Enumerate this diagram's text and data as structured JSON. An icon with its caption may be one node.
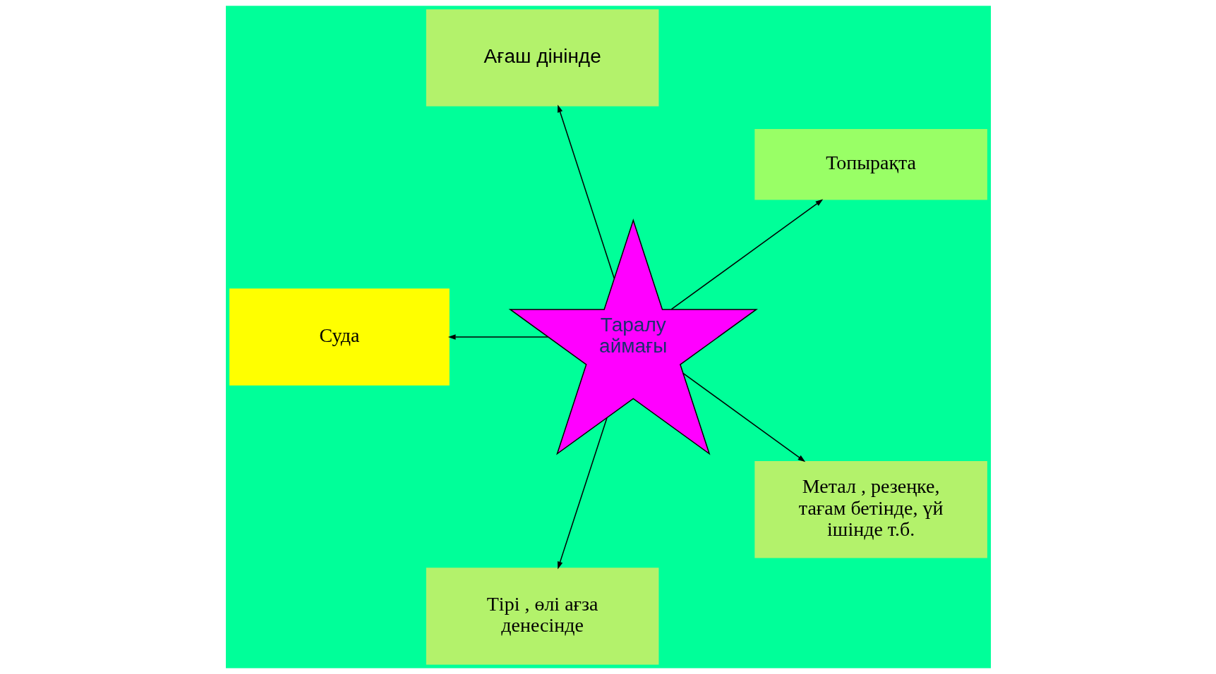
{
  "diagram": {
    "nodes": [
      {
        "text": [
          "Таралу аймағы"
        ]
      },
      {
        "text": [
          "Топырақта"
        ]
      },
      {
        "text": [
          "Ағаш дінінде"
        ]
      },
      {
        "text": [
          "Суда"
        ]
      },
      {
        "text": [
          "Тірі , өлі ағза денесінде"
        ]
      },
      {
        "text": [
          "Метал , резеңке, тағам бетінде, үй ішінде т.б."
        ]
      }
    ],
    "edges": [
      {
        "from": 0,
        "to": 1,
        "arrow": "to"
      },
      {
        "from": 0,
        "to": 2,
        "arrow": "to"
      },
      {
        "from": 0,
        "to": 3,
        "arrow": "to"
      },
      {
        "from": 0,
        "to": 4,
        "arrow": "to"
      },
      {
        "from": 0,
        "to": 5,
        "arrow": "to"
      }
    ]
  }
}
